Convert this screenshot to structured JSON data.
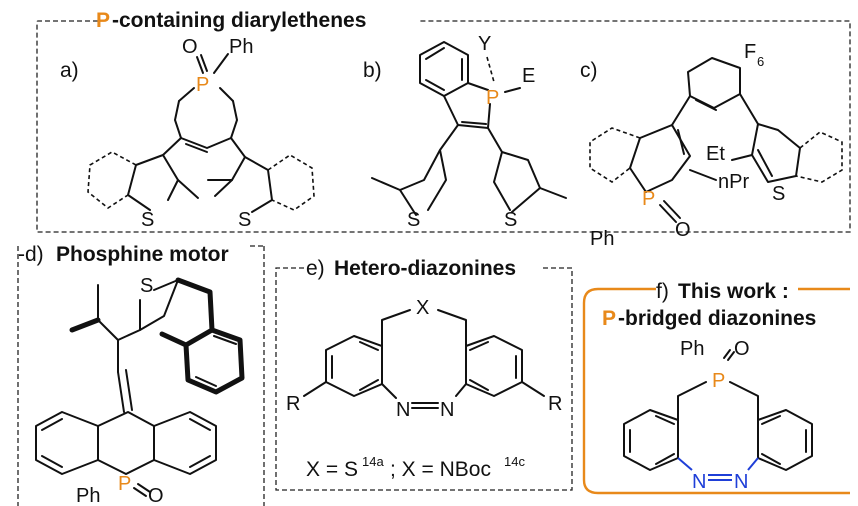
{
  "panels": {
    "top": {
      "title_prefix": "P",
      "title_rest": "-containing diarylethenes"
    },
    "a": {
      "label": "a)"
    },
    "b": {
      "label": "b)"
    },
    "c": {
      "label": "c)"
    },
    "d": {
      "label_letter": "-d)",
      "label_title": "Phosphine motor"
    },
    "e": {
      "label_letter": "e)",
      "label_title": "Hetero-diazonines",
      "footnote_x1": "X = S",
      "footnote_sup1": "14a",
      "footnote_mid": "; X = NBoc",
      "footnote_sup2": "14c"
    },
    "f": {
      "label_letter": "f)",
      "label_title": "This work :",
      "subtitle_prefix": "P",
      "subtitle_rest": "-bridged diazonines"
    }
  },
  "atoms": {
    "P": "P",
    "O": "O",
    "S": "S",
    "N": "N",
    "Ph": "Ph",
    "Y": "Y",
    "E": "E",
    "F6": "F",
    "F6_sub": "6",
    "Et": "Et",
    "nPr": "nPr",
    "X": "X",
    "R": "R"
  },
  "colors": {
    "accent": "#E8891A",
    "nitrogen": "#1f3fd8",
    "ink": "#111111"
  }
}
